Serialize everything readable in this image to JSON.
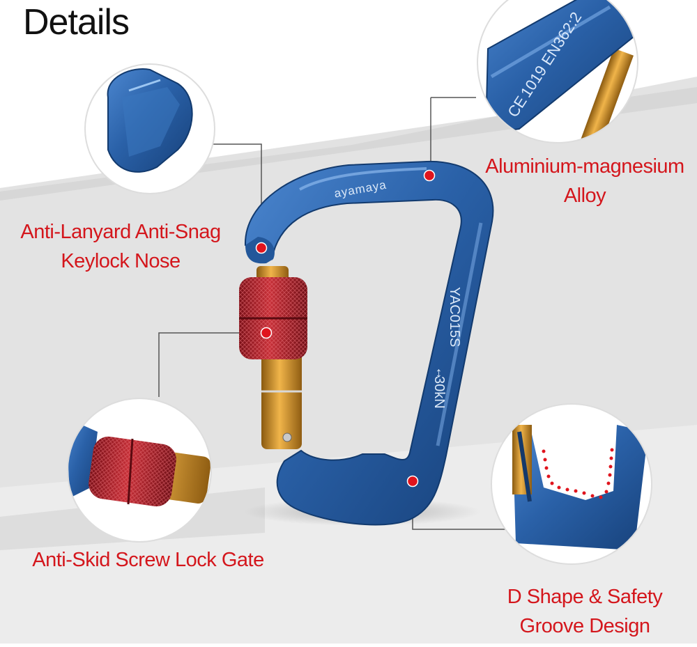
{
  "heading": "Details",
  "brand_mark": "ayamaya",
  "engravings": {
    "model": "YAC015S",
    "rating": "30kN",
    "certification_ce": "CE",
    "certification_codes": "1019   EN362:2"
  },
  "callouts": {
    "alloy": {
      "line1": "Aluminium-magnesium",
      "line2": "Alloy"
    },
    "nose": {
      "line1": "Anti-Lanyard Anti-Snag",
      "line2": "Keylock Nose"
    },
    "gate": {
      "line1": "Anti-Skid Screw Lock Gate"
    },
    "groove": {
      "line1": "D Shape & Safety",
      "line2": "Groove Design"
    }
  },
  "colors": {
    "carabiner_blue": "#2b63a8",
    "lock_red": "#b3202a",
    "gate_gold": "#d99a2b",
    "callout_red": "#d4161c",
    "backdrop_grey": "#e3e3e3"
  }
}
